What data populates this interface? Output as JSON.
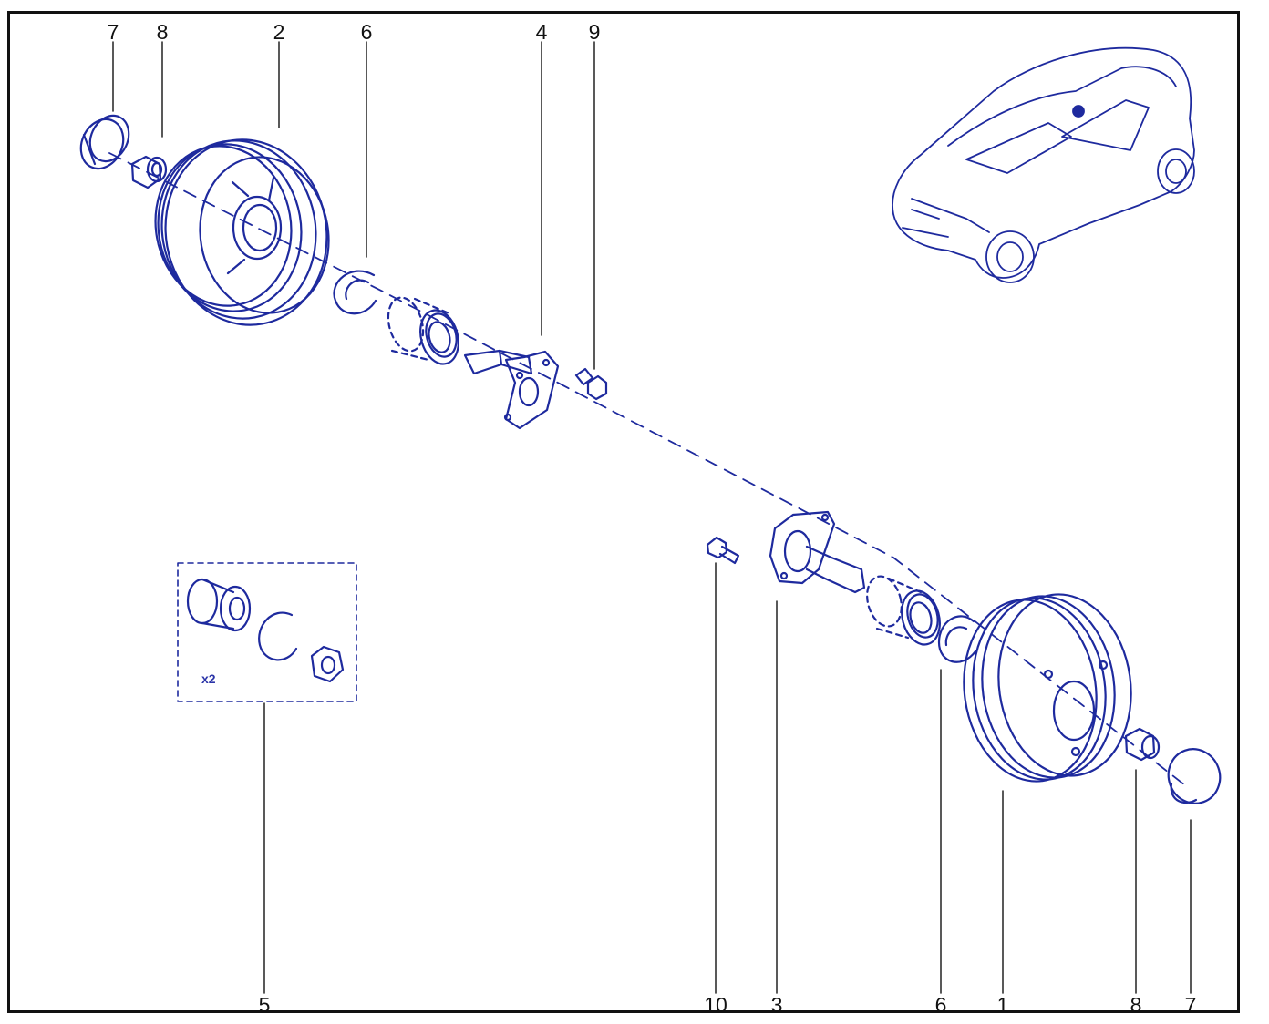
{
  "diagram": {
    "line_color": "#1e2a9e",
    "leader_color": "#222222",
    "frame_color": "#111111",
    "kit_note": "x2",
    "callouts": {
      "top_7": "7",
      "top_8": "8",
      "top_2": "2",
      "top_6": "6",
      "top_4": "4",
      "top_9": "9",
      "bottom_5": "5",
      "bottom_10": "10",
      "bottom_3": "3",
      "bottom_6": "6",
      "bottom_1": "1",
      "bottom_8": "8",
      "bottom_7": "7"
    }
  }
}
